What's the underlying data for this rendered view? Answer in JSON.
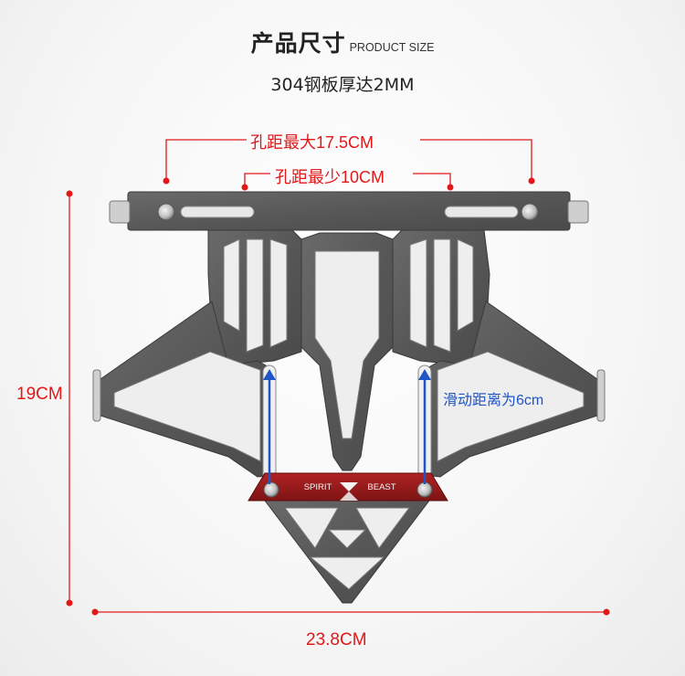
{
  "header": {
    "title_cn": "产品尺寸",
    "title_en": "PRODUCT SIZE",
    "material": "304钢板厚达2MM"
  },
  "dimensions": {
    "hole_max": "孔距最大17.5CM",
    "hole_min": "孔距最少10CM",
    "height": "19CM",
    "width": "23.8CM",
    "slide": "滑动距离为6cm"
  },
  "logo": {
    "left_text": "SPIRIT",
    "right_text": "BEAST"
  },
  "colors": {
    "dimension_line": "#e21818",
    "slide_arrow": "#1f55c7",
    "bracket_metal": "#595959",
    "logo_plate": "#a01d1d"
  }
}
